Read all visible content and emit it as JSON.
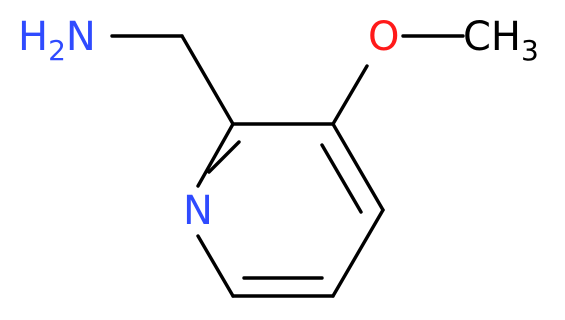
{
  "molecule": {
    "atoms": {
      "amine": {
        "element": "H",
        "subscript": "2",
        "element2": "N",
        "color": "#2f4bff"
      },
      "ring_n": {
        "element": "N",
        "color": "#2f4bff"
      },
      "oxygen": {
        "element": "O",
        "color": "#ff1a1a"
      },
      "methyl": {
        "element": "CH",
        "subscript": "3",
        "color": "#000000"
      }
    }
  }
}
